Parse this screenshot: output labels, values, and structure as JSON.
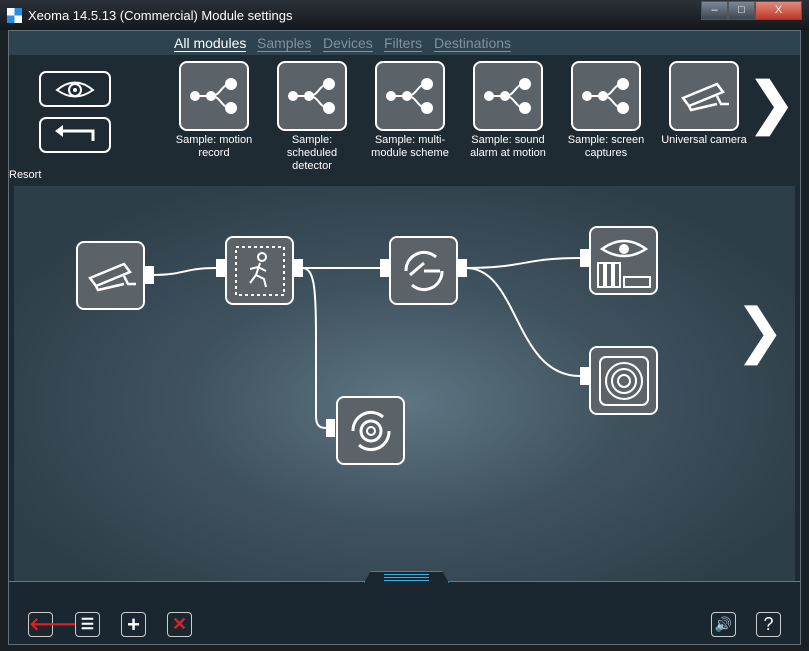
{
  "window": {
    "title": "Xeoma 14.5.13 (Commercial) Module settings",
    "minimize": "–",
    "maximize": "□",
    "close": "X"
  },
  "tabs": [
    {
      "label": "All modules",
      "active": true
    },
    {
      "label": "Samples"
    },
    {
      "label": "Devices"
    },
    {
      "label": "Filters"
    },
    {
      "label": "Destinations"
    }
  ],
  "side": {
    "resort": "Resort"
  },
  "modules": [
    {
      "label": "Sample: motion record",
      "icon": "scheme-icon"
    },
    {
      "label": "Sample: scheduled detector",
      "icon": "scheme-icon"
    },
    {
      "label": "Sample: multi-module scheme",
      "icon": "scheme-icon"
    },
    {
      "label": "Sample: sound alarm at motion",
      "icon": "scheme-icon"
    },
    {
      "label": "Sample: screen captures",
      "icon": "scheme-icon"
    },
    {
      "label": "Universal camera",
      "icon": "camera-icon"
    }
  ],
  "toolbar_next": "❯",
  "canvas_next": "❯",
  "bottom": {
    "back": "🡐",
    "list": "☰",
    "add": "+",
    "delete": "✕",
    "sound": "🔊",
    "help": "?"
  }
}
